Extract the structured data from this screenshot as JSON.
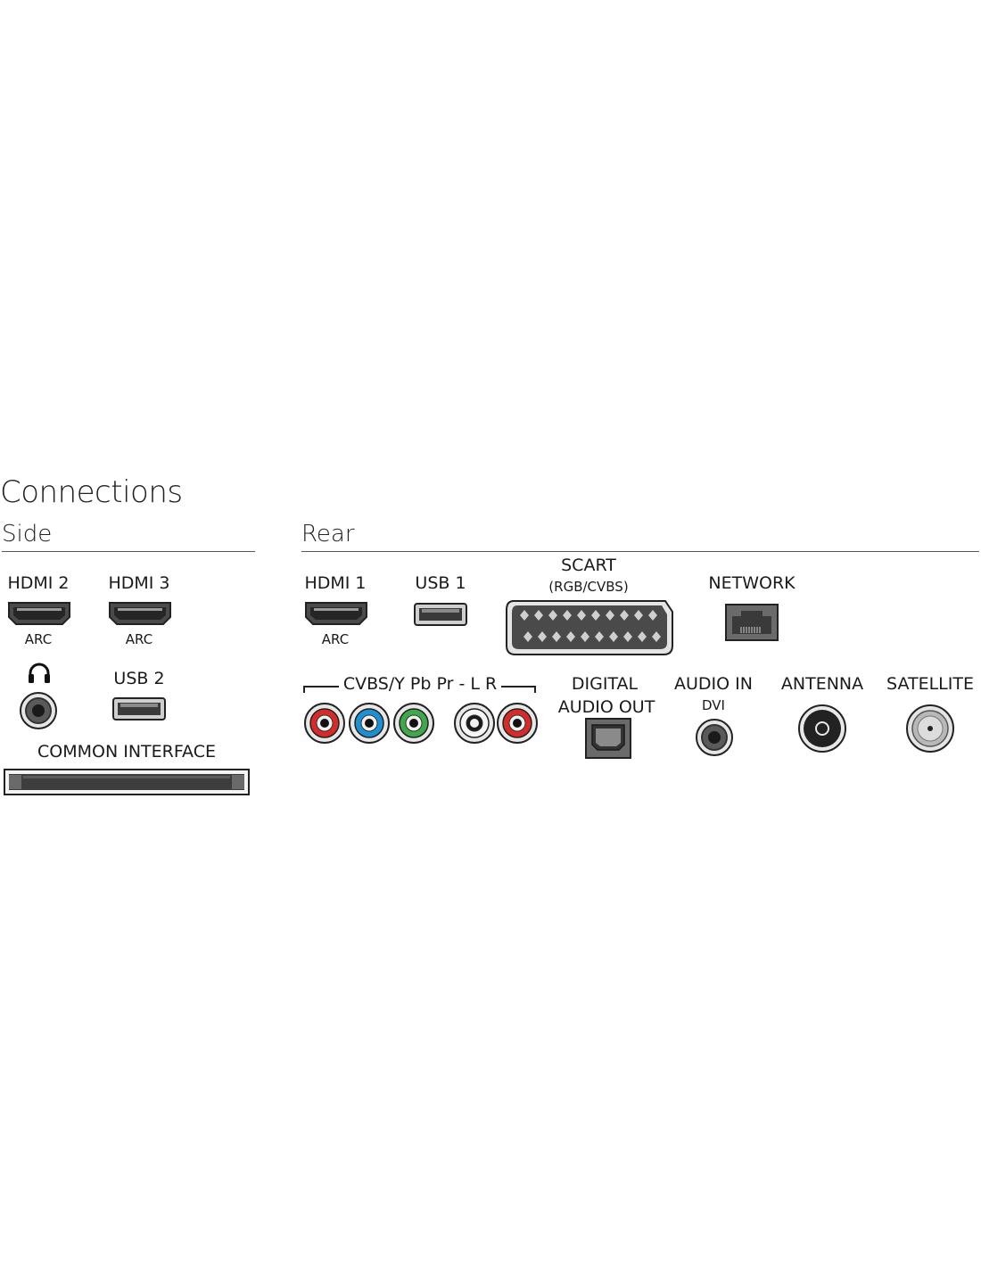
{
  "heading": "Connections",
  "side": {
    "title": "Side",
    "hdmi2": {
      "label": "HDMI 2",
      "sub": "ARC"
    },
    "hdmi3": {
      "label": "HDMI 3",
      "sub": "ARC"
    },
    "headphone_icon": "headphones-icon",
    "usb2": {
      "label": "USB 2"
    },
    "common_interface": {
      "label": "COMMON INTERFACE"
    }
  },
  "rear": {
    "title": "Rear",
    "hdmi1": {
      "label": "HDMI 1",
      "sub": "ARC"
    },
    "usb1": {
      "label": "USB 1"
    },
    "scart": {
      "label": "SCART",
      "sub": "(RGB/CVBS)"
    },
    "network": {
      "label": "NETWORK"
    },
    "component": {
      "label": "CVBS/Y Pb Pr - L R"
    },
    "digital_audio_out": {
      "label_line1": "DIGITAL",
      "label_line2": "AUDIO OUT"
    },
    "audio_in": {
      "label": "AUDIO IN",
      "sub": "DVI"
    },
    "antenna": {
      "label": "ANTENNA"
    },
    "satellite": {
      "label": "SATELLITE"
    }
  },
  "colors": {
    "rca_red": "#d62b2b",
    "rca_blue": "#1e8fd0",
    "rca_green": "#3fa84a",
    "rca_white": "#f2f2f2",
    "port_dark": "#3a3a3a",
    "port_mid": "#8a8a8a"
  }
}
